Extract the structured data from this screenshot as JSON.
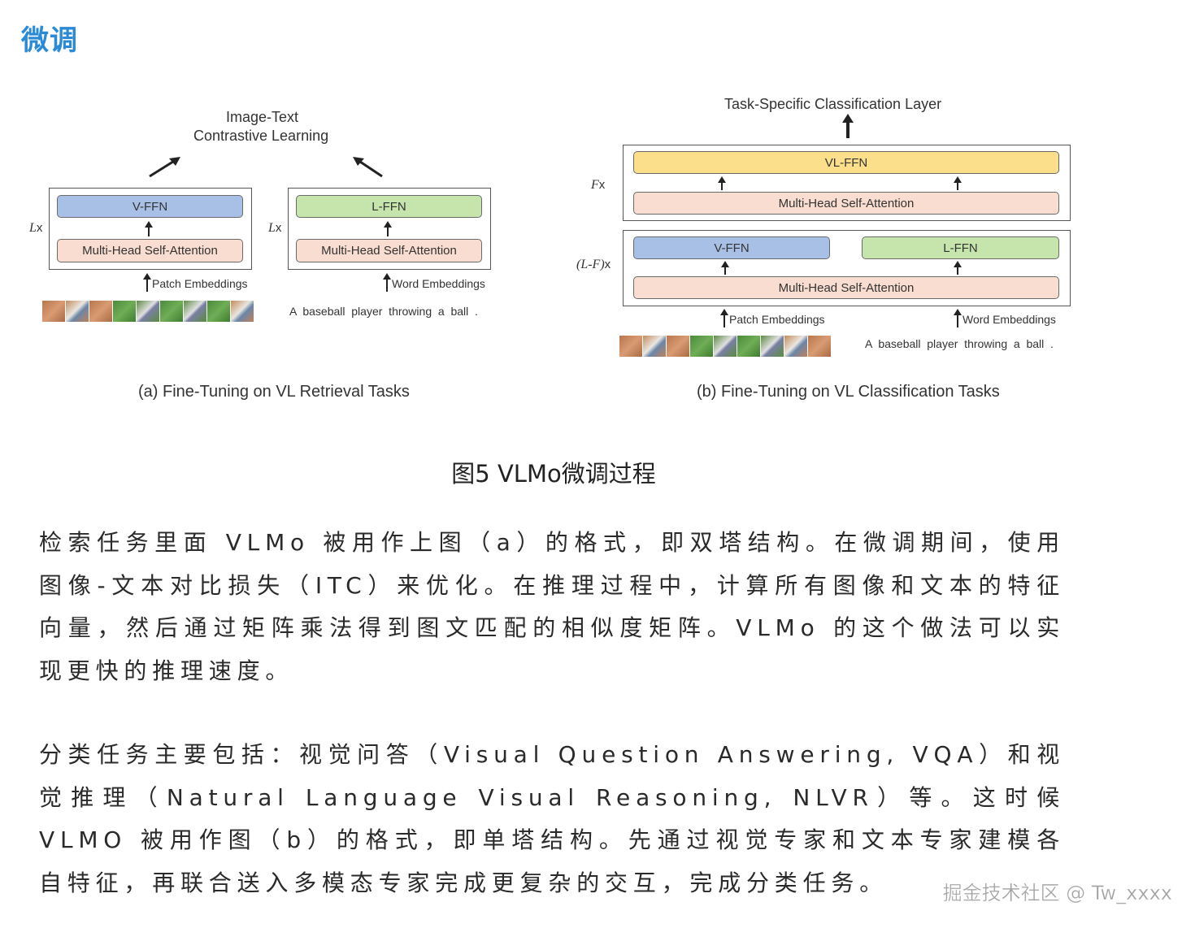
{
  "heading": "微调",
  "figure": {
    "left": {
      "top_label_line1": "Image-Text",
      "top_label_line2": "Contrastive Learning",
      "tower_v": {
        "ffn": "V-FFN",
        "attn": "Multi-Head Self-Attention",
        "repeat": "L",
        "repeat_suffix": "x",
        "input": "Patch Embeddings"
      },
      "tower_l": {
        "ffn": "L-FFN",
        "attn": "Multi-Head Self-Attention",
        "repeat": "L",
        "repeat_suffix": "x",
        "input": "Word Embeddings"
      },
      "sentence": "A  baseball  player  throwing  a  ball  .",
      "caption": "(a) Fine-Tuning on VL Retrieval Tasks"
    },
    "right": {
      "top_label": "Task-Specific Classification Layer",
      "upper_block": {
        "ffn": "VL-FFN",
        "attn": "Multi-Head Self-Attention",
        "repeat": "F",
        "repeat_suffix": "x"
      },
      "lower_block": {
        "v_ffn": "V-FFN",
        "l_ffn": "L-FFN",
        "attn": "Multi-Head Self-Attention",
        "repeat": "(L-F)",
        "repeat_suffix": "x"
      },
      "input_patch": "Patch Embeddings",
      "input_word": "Word Embeddings",
      "sentence": "A  baseball  player  throwing  a  ball  .",
      "caption": "(b) Fine-Tuning on VL Classification Tasks"
    }
  },
  "figure_caption": "图5 VLMo微调过程",
  "paragraphs": [
    "检索任务里面 VLMo 被用作上图（a）的格式，即双塔结构。在微调期间，使用图像-文本对比损失（ITC）来优化。在推理过程中，计算所有图像和文本的特征向量，然后通过矩阵乘法得到图文匹配的相似度矩阵。VLMo 的这个做法可以实现更快的推理速度。",
    "分类任务主要包括：视觉问答（Visual Question Answering, VQA）和视觉推理（Natural Language Visual Reasoning, NLVR）等。这时候 VLMO 被用作图（b）的格式，即单塔结构。先通过视觉专家和文本专家建模各自特征，再联合送入多模态专家完成更复杂的交互，完成分类任务。"
  ],
  "watermark": "掘金技术社区 @ Tw_xxxx",
  "colors": {
    "heading": "#2a8ad6",
    "v_ffn": "#a9c0e6",
    "l_ffn": "#c6e5ad",
    "vl_ffn": "#fcdf8a",
    "attention": "#f8ddd0"
  }
}
